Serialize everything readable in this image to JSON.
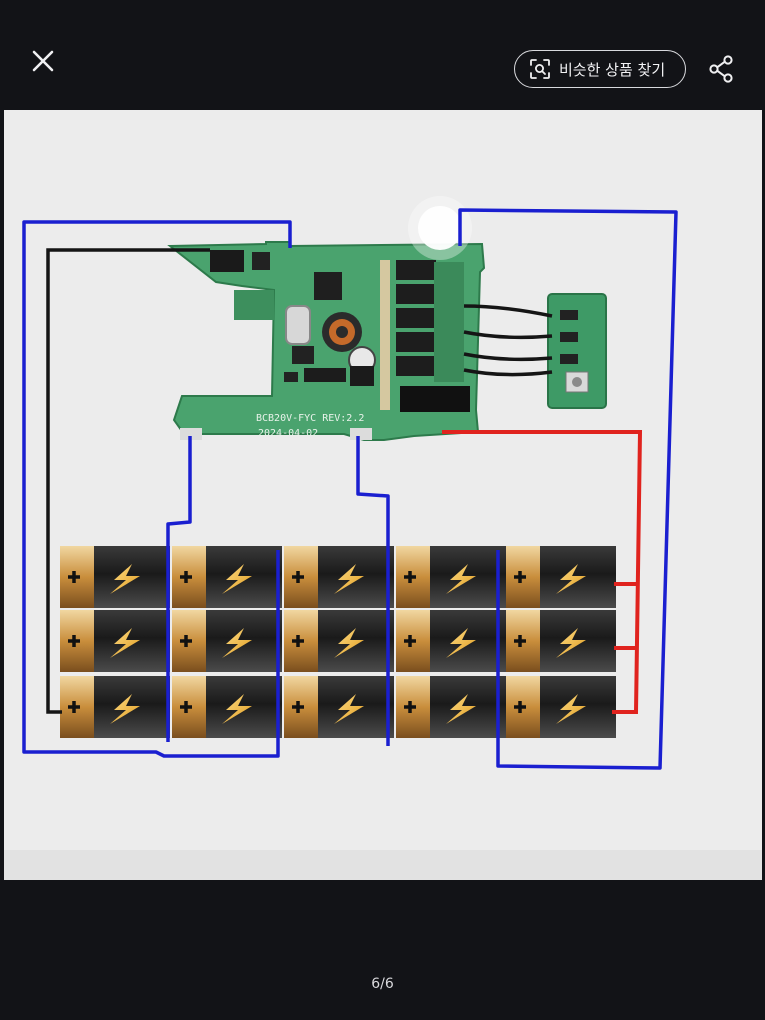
{
  "toolbar": {
    "close_icon": "close-icon",
    "similar_button_label": "비슷한 상품 찾기",
    "similar_button_icon": "lens-search-icon",
    "share_icon": "share-icon"
  },
  "image": {
    "pcb_silkscreen_line1": "BCB20V-FYC REV:2.2",
    "pcb_silkscreen_line2": "2024-04-02",
    "wire_colors": {
      "blue": "#1a1fd0",
      "black": "#151515",
      "red": "#e0231e"
    },
    "pcb_color": "#3fa067"
  },
  "pager": {
    "counter_text": "6/6"
  }
}
